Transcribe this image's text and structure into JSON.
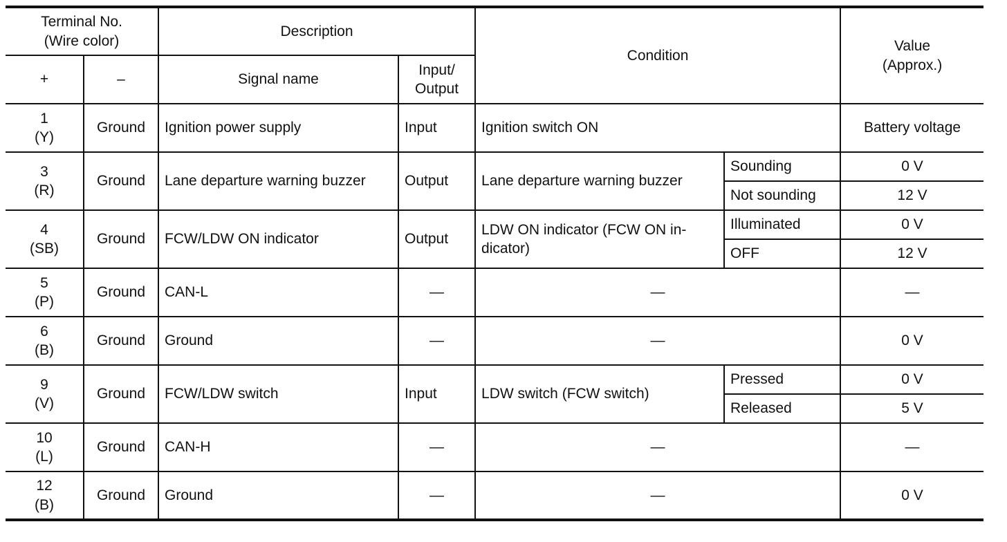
{
  "header": {
    "terminal_no_line1": "Terminal No.",
    "terminal_no_line2": "(Wire color)",
    "description": "Description",
    "condition": "Condition",
    "value_line1": "Value",
    "value_line2": "(Approx.)",
    "plus": "+",
    "minus": "–",
    "signal_name": "Signal name",
    "io_line1": "Input/",
    "io_line2": "Output"
  },
  "rows": [
    {
      "terminal": "1",
      "wire": "(Y)",
      "minus": "Ground",
      "signal": "Ignition power supply",
      "io": "Input",
      "condition": "Ignition switch ON",
      "value": "Battery voltage"
    },
    {
      "terminal": "3",
      "wire": "(R)",
      "minus": "Ground",
      "signal": "Lane departure warning buzzer",
      "io": "Output",
      "condition": "Lane departure warning buzzer",
      "subs": [
        {
          "state": "Sounding",
          "value": "0 V"
        },
        {
          "state": "Not sounding",
          "value": "12 V"
        }
      ]
    },
    {
      "terminal": "4",
      "wire": "(SB)",
      "minus": "Ground",
      "signal": "FCW/LDW ON indicator",
      "io": "Output",
      "condition": "LDW ON indicator (FCW ON in-dicator)",
      "subs": [
        {
          "state": "Illuminated",
          "value": "0 V"
        },
        {
          "state": "OFF",
          "value": "12 V"
        }
      ]
    },
    {
      "terminal": "5",
      "wire": "(P)",
      "minus": "Ground",
      "signal": "CAN-L",
      "io": "—",
      "condition": "—",
      "value": "—"
    },
    {
      "terminal": "6",
      "wire": "(B)",
      "minus": "Ground",
      "signal": "Ground",
      "io": "—",
      "condition": "—",
      "value": "0 V"
    },
    {
      "terminal": "9",
      "wire": "(V)",
      "minus": "Ground",
      "signal": "FCW/LDW switch",
      "io": "Input",
      "condition": "LDW switch (FCW switch)",
      "subs": [
        {
          "state": "Pressed",
          "value": "0 V"
        },
        {
          "state": "Released",
          "value": "5 V"
        }
      ]
    },
    {
      "terminal": "10",
      "wire": "(L)",
      "minus": "Ground",
      "signal": "CAN-H",
      "io": "—",
      "condition": "—",
      "value": "—"
    },
    {
      "terminal": "12",
      "wire": "(B)",
      "minus": "Ground",
      "signal": "Ground",
      "io": "—",
      "condition": "—",
      "value": "0 V"
    }
  ]
}
